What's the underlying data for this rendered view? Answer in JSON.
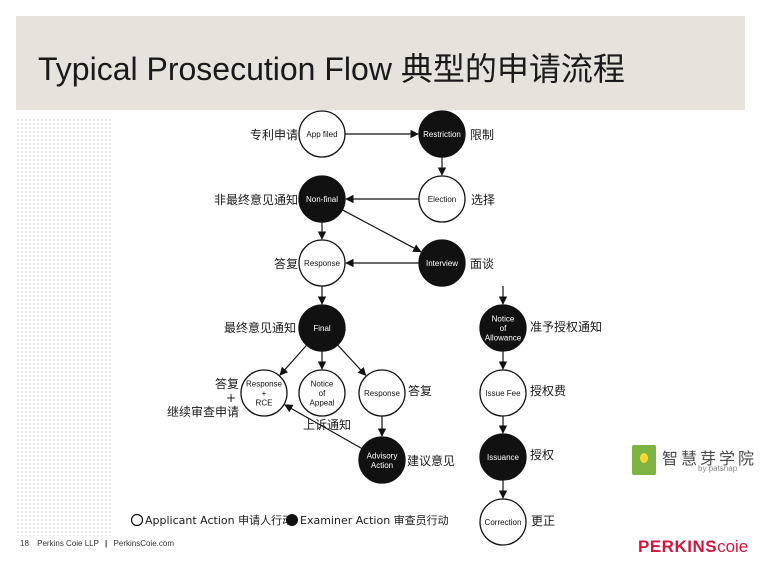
{
  "title": "Typical Prosecution Flow 典型的申请流程",
  "nodes": {
    "app_filed": {
      "label": [
        "App filed"
      ],
      "type": "applicant"
    },
    "restriction": {
      "label": [
        "Restriction"
      ],
      "type": "examiner"
    },
    "election": {
      "label": [
        "Election"
      ],
      "type": "applicant"
    },
    "non_final": {
      "label": [
        "Non-final"
      ],
      "type": "examiner"
    },
    "interview": {
      "label": [
        "Interview"
      ],
      "type": "examiner"
    },
    "response1": {
      "label": [
        "Response"
      ],
      "type": "applicant"
    },
    "final": {
      "label": [
        "Final"
      ],
      "type": "examiner"
    },
    "response_rce": {
      "label": [
        "Response",
        "+",
        "RCE"
      ],
      "type": "applicant"
    },
    "notice_appeal": {
      "label": [
        "Notice",
        "of",
        "Appeal"
      ],
      "type": "applicant"
    },
    "response2": {
      "label": [
        "Response"
      ],
      "type": "applicant"
    },
    "advisory": {
      "label": [
        "Advisory",
        "Action"
      ],
      "type": "examiner"
    },
    "allowance": {
      "label": [
        "Notice",
        "of",
        "Allowance"
      ],
      "type": "examiner"
    },
    "issue_fee": {
      "label": [
        "Issue Fee"
      ],
      "type": "applicant"
    },
    "issuance": {
      "label": [
        "Issuance"
      ],
      "type": "examiner"
    },
    "correction": {
      "label": [
        "Correction"
      ],
      "type": "applicant"
    }
  },
  "cn_labels": {
    "app_filed": "专利申请",
    "restriction": "限制",
    "election": "选择",
    "non_final": "非最终意见通知",
    "interview": "面谈",
    "response1": "答复",
    "final": "最终意见通知",
    "rce_1": "答复",
    "rce_2": "+",
    "rce_3": "继续审查申请",
    "appeal": "上诉通知",
    "response2": "答复",
    "advisory": "建议意见",
    "allowance": "准予授权通知",
    "issue_fee": "授权费",
    "issuance": "授权",
    "correction": "更正"
  },
  "legend": {
    "applicant": "Applicant Action 申请人行动",
    "examiner": "Examiner Action 审查员行动"
  },
  "footer": {
    "page": "18",
    "firm": "Perkins Coie LLP",
    "site": "PerkinsCoie.com"
  },
  "brand": {
    "part1": "PERKINS",
    "part2": "coie"
  },
  "logo": {
    "cn": "智慧芽学院",
    "en": "by patsnap"
  },
  "colors": {
    "examiner": "#111111",
    "applicant": "#ffffff",
    "brand": "#d4163c",
    "header_bg": "#e6e3dd"
  }
}
